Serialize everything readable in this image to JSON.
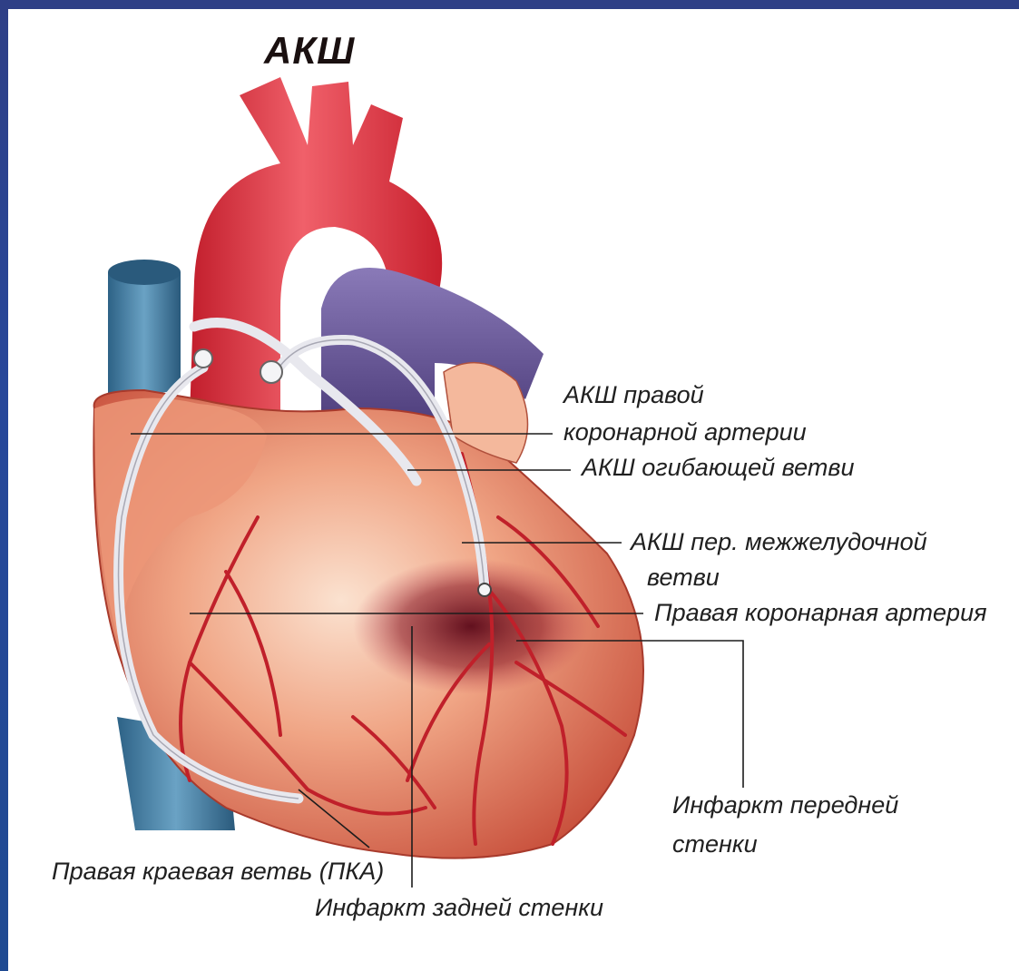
{
  "title": "АКШ",
  "labels": {
    "rca_graft_line1": "АКШ правой",
    "rca_graft_line2": "коронарной артерии",
    "circumflex_graft": "АКШ огибающей ветви",
    "lad_graft_line1": "АКШ пер. межжелудочной",
    "lad_graft_line2": "ветви",
    "right_coronary": "Правая коронарная артерия",
    "anterior_infarct_line1": "Инфаркт передней",
    "anterior_infarct_line2": "стенки",
    "right_marginal": "Правая краевая ветвь (ПКА)",
    "posterior_infarct": "Инфаркт задней стенки"
  },
  "colors": {
    "aorta": "#e2323f",
    "pulmonary": "#6a5a9a",
    "vena_cava": "#3f7a9e",
    "myocardium": "#e88a70",
    "graft": "#eeeef2",
    "infarct": "#6b1020"
  }
}
